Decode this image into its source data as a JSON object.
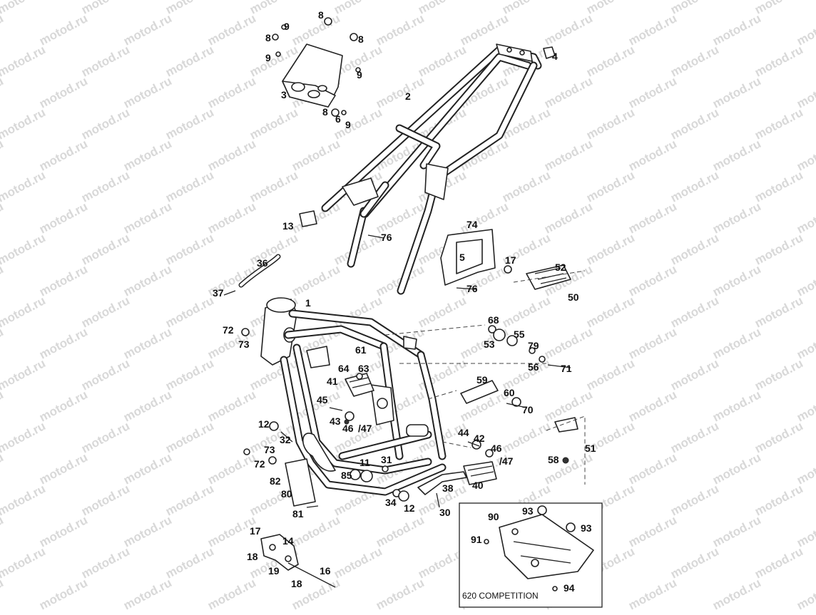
{
  "watermark": "motod.ru",
  "inset": {
    "title": "620 COMPETITION"
  },
  "callouts": [
    {
      "id": "c1",
      "text": "1"
    },
    {
      "id": "c2",
      "text": "2"
    },
    {
      "id": "c3",
      "text": "3"
    },
    {
      "id": "c4",
      "text": "4"
    },
    {
      "id": "c5",
      "text": "5"
    },
    {
      "id": "c6",
      "text": "6"
    },
    {
      "id": "c8a",
      "text": "8"
    },
    {
      "id": "c8b",
      "text": "8"
    },
    {
      "id": "c8c",
      "text": "8"
    },
    {
      "id": "c8d",
      "text": "8"
    },
    {
      "id": "c9a",
      "text": "9"
    },
    {
      "id": "c9b",
      "text": "9"
    },
    {
      "id": "c9c",
      "text": "9"
    },
    {
      "id": "c9d",
      "text": "9"
    },
    {
      "id": "c11",
      "text": "11"
    },
    {
      "id": "c12a",
      "text": "12"
    },
    {
      "id": "c12b",
      "text": "12"
    },
    {
      "id": "c13",
      "text": "13"
    },
    {
      "id": "c14",
      "text": "14"
    },
    {
      "id": "c16",
      "text": "16"
    },
    {
      "id": "c17a",
      "text": "17"
    },
    {
      "id": "c17b",
      "text": "17"
    },
    {
      "id": "c18a",
      "text": "18"
    },
    {
      "id": "c18b",
      "text": "18"
    },
    {
      "id": "c19",
      "text": "19"
    },
    {
      "id": "c30",
      "text": "30"
    },
    {
      "id": "c31",
      "text": "31"
    },
    {
      "id": "c32",
      "text": "32"
    },
    {
      "id": "c34",
      "text": "34"
    },
    {
      "id": "c36",
      "text": "36"
    },
    {
      "id": "c37",
      "text": "37"
    },
    {
      "id": "c38",
      "text": "38"
    },
    {
      "id": "c40",
      "text": "40"
    },
    {
      "id": "c41",
      "text": "41"
    },
    {
      "id": "c42",
      "text": "42"
    },
    {
      "id": "c43",
      "text": "43"
    },
    {
      "id": "c44",
      "text": "44"
    },
    {
      "id": "c45",
      "text": "45"
    },
    {
      "id": "c46a",
      "text": "46"
    },
    {
      "id": "c46b",
      "text": "46"
    },
    {
      "id": "c47a",
      "text": "/47"
    },
    {
      "id": "c47b",
      "text": "/47"
    },
    {
      "id": "c50",
      "text": "50"
    },
    {
      "id": "c51",
      "text": "51"
    },
    {
      "id": "c52",
      "text": "52"
    },
    {
      "id": "c53",
      "text": "53"
    },
    {
      "id": "c55",
      "text": "55"
    },
    {
      "id": "c56",
      "text": "56"
    },
    {
      "id": "c58",
      "text": "58"
    },
    {
      "id": "c59",
      "text": "59"
    },
    {
      "id": "c60",
      "text": "60"
    },
    {
      "id": "c61",
      "text": "61"
    },
    {
      "id": "c63",
      "text": "63"
    },
    {
      "id": "c64",
      "text": "64"
    },
    {
      "id": "c68",
      "text": "68"
    },
    {
      "id": "c70",
      "text": "70"
    },
    {
      "id": "c71",
      "text": "71"
    },
    {
      "id": "c72a",
      "text": "72"
    },
    {
      "id": "c72b",
      "text": "72"
    },
    {
      "id": "c73a",
      "text": "73"
    },
    {
      "id": "c73b",
      "text": "73"
    },
    {
      "id": "c74",
      "text": "74"
    },
    {
      "id": "c76a",
      "text": "76"
    },
    {
      "id": "c76b",
      "text": "76"
    },
    {
      "id": "c79",
      "text": "79"
    },
    {
      "id": "c80",
      "text": "80"
    },
    {
      "id": "c81",
      "text": "81"
    },
    {
      "id": "c82",
      "text": "82"
    },
    {
      "id": "c85",
      "text": "85"
    },
    {
      "id": "c90",
      "text": "90"
    },
    {
      "id": "c91",
      "text": "91"
    },
    {
      "id": "c93a",
      "text": "93"
    },
    {
      "id": "c93b",
      "text": "93"
    },
    {
      "id": "c94",
      "text": "94"
    }
  ]
}
